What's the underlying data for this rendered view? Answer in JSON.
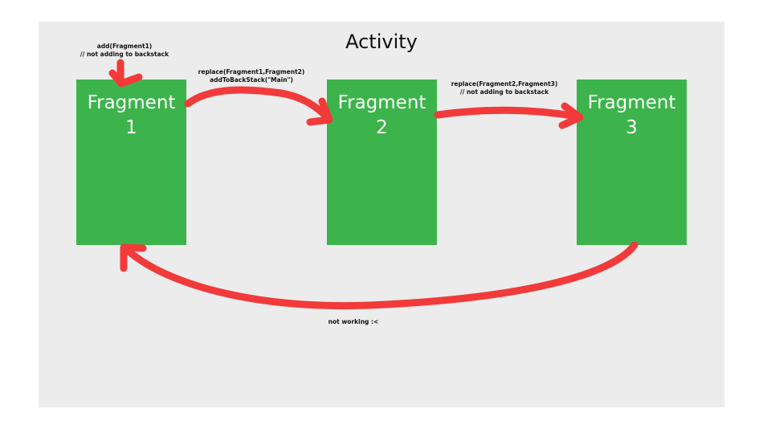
{
  "title": "Activity",
  "fragments": [
    {
      "line1": "Fragment",
      "line2": "1"
    },
    {
      "line1": "Fragment",
      "line2": "2"
    },
    {
      "line1": "Fragment",
      "line2": "3"
    }
  ],
  "annotations": {
    "add": {
      "line1": "add(Fragment1)",
      "line2": "// not adding to backstack"
    },
    "replace12": {
      "line1": "replace(Fragment1,Fragment2)",
      "line2": "addToBackStack(\"Main\")"
    },
    "replace23": {
      "line1": "replace(Fragment2,Fragment3)",
      "line2": "// not adding to backstack"
    },
    "back": "not working :<"
  },
  "colors": {
    "canvas": "#ececec",
    "fragment": "#3cb44b",
    "arrow": "#f23a3a"
  }
}
